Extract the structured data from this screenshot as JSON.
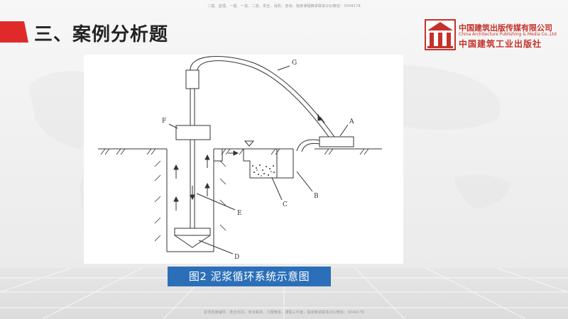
{
  "slide": {
    "watermark_top": "二建、监理、一建、一造、二造、安全、消防、咨询，独家课程精讲联系QQ/微信：3049178",
    "watermark_bottom": "名师直播辅导、表全内训、考点串讲、习题精讲，课程三件套，独家精讲联系QQ/微信：3049178",
    "title": "三、案例分析题",
    "accent_color": "#e02a2a",
    "publisher": {
      "name_cn": "中国建筑出版传媒有限公司",
      "name_en": "China Architecture Publishing & Media Co.,Ltd",
      "name_calligraphy": "中国建筑工业出版社",
      "brand_color": "#c5312a"
    },
    "caption": "图2  泥浆循环系统示意图",
    "caption_color": "#2b6fb8"
  },
  "diagram": {
    "labels": {
      "a": "A",
      "b": "B",
      "c": "C",
      "d": "D",
      "e": "E",
      "f": "F",
      "g": "G"
    }
  }
}
